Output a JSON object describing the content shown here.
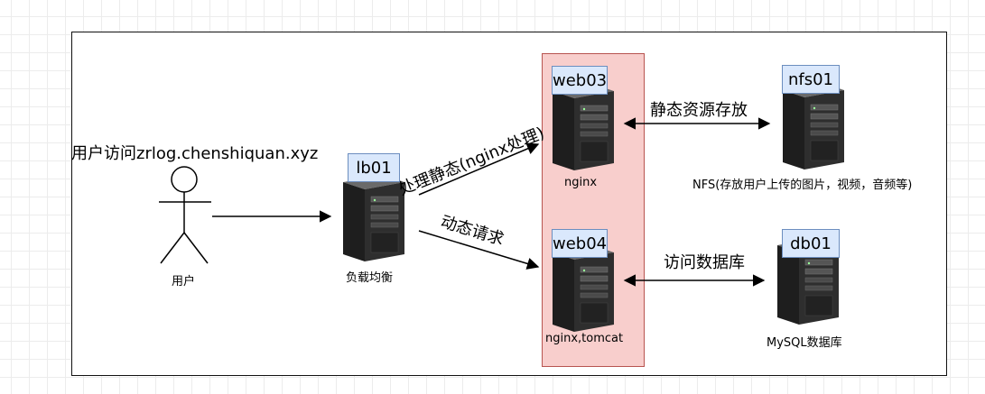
{
  "user": {
    "url_label": "用户访问zrlog.chenshiquan.xyz",
    "name": "用户"
  },
  "nodes": {
    "lb01": {
      "label": "lb01",
      "caption": "负载均衡"
    },
    "web03": {
      "label": "web03",
      "caption": "nginx"
    },
    "web04": {
      "label": "web04",
      "caption": "nginx,tomcat"
    },
    "nfs01": {
      "label": "nfs01",
      "caption": "NFS(存放用户上传的图片，视频，音频等)"
    },
    "db01": {
      "label": "db01",
      "caption": "MySQL数据库"
    }
  },
  "edges": {
    "static": "处理静态(nginx处理)",
    "dynamic": "动态请求",
    "nfs": "静态资源存放",
    "db": "访问数据库"
  },
  "colors": {
    "group_fill": "#f8cecc",
    "group_stroke": "#b85450",
    "label_fill": "#dae8fc",
    "label_stroke": "#6c8ebf"
  }
}
